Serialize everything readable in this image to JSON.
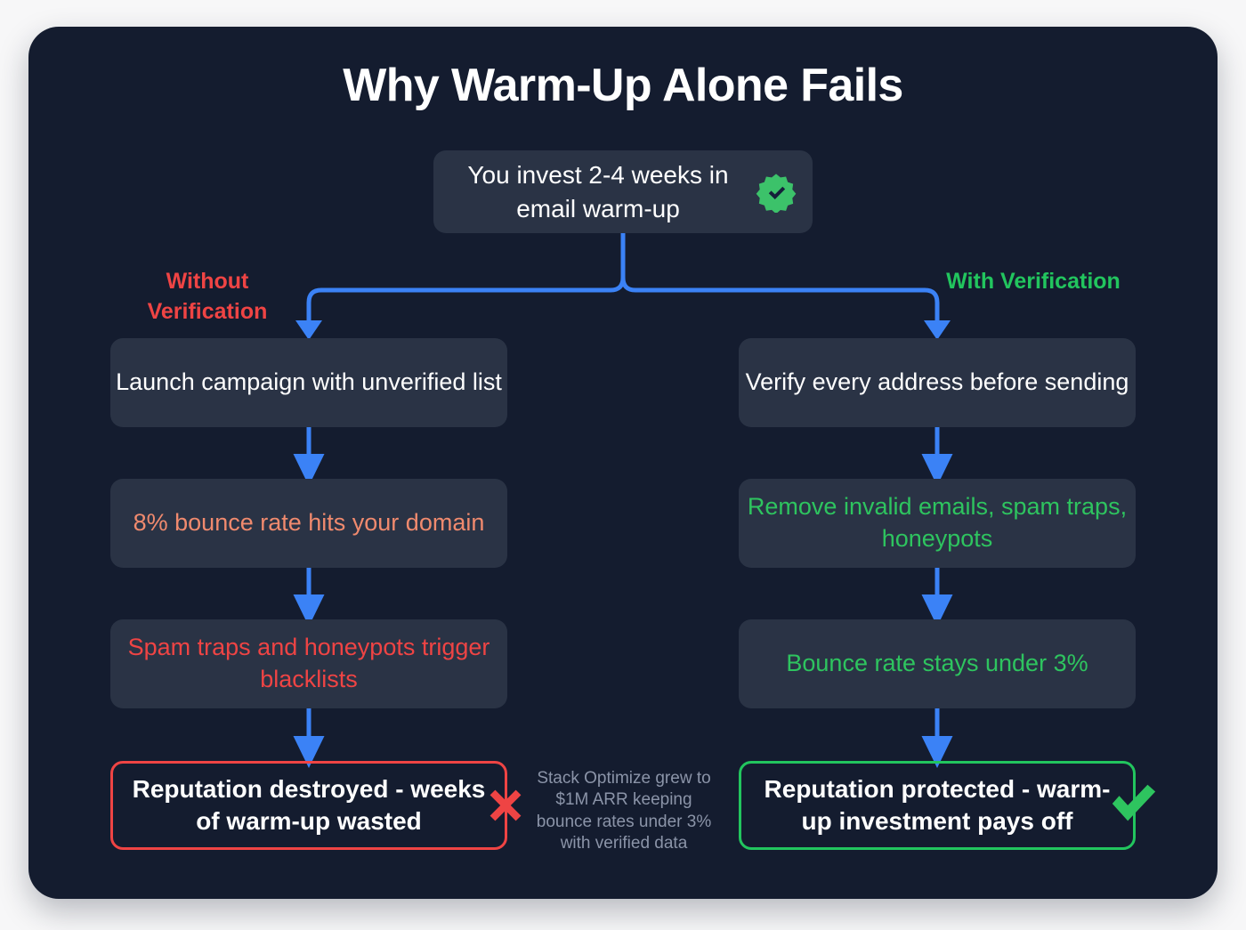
{
  "page": {
    "title": "Why Warm-Up Alone Fails",
    "background_color": "#f7f7f8",
    "card_color": "#141c2f"
  },
  "colors": {
    "accent_blue": "#3b82f6",
    "danger_red": "#ef4444",
    "warn_orange": "#f08a6e",
    "success_green": "#22c55e",
    "node_fill": "#2a3345",
    "muted_text": "#8b94a8"
  },
  "flow": {
    "start": {
      "text": "You invest 2-4 weeks in email warm-up",
      "badge_icon": "verified-badge-icon"
    },
    "branches": [
      {
        "label": "Without Verification",
        "label_color": "#ef4444",
        "steps": [
          {
            "text": "Launch campaign with unverified list",
            "style": "neutral"
          },
          {
            "text": "8% bounce rate hits your domain",
            "style": "warn"
          },
          {
            "text": "Spam traps and honeypots trigger blacklists",
            "style": "danger"
          }
        ],
        "outcome": {
          "text": "Reputation destroyed - weeks of warm-up wasted",
          "border_color": "#ef4444",
          "mark_icon": "x-mark-icon"
        }
      },
      {
        "label": "With Verification",
        "label_color": "#22c55e",
        "steps": [
          {
            "text": "Verify every address before sending",
            "style": "neutral"
          },
          {
            "text": "Remove invalid emails, spam traps, honeypots",
            "style": "good"
          },
          {
            "text": "Bounce rate stays under 3%",
            "style": "good"
          }
        ],
        "outcome": {
          "text": "Reputation protected - warm-up investment pays off",
          "border_color": "#22c55e",
          "mark_icon": "check-mark-icon"
        }
      }
    ],
    "footnote": "Stack Optimize grew to $1M ARR keeping bounce rates under 3% with verified data"
  }
}
